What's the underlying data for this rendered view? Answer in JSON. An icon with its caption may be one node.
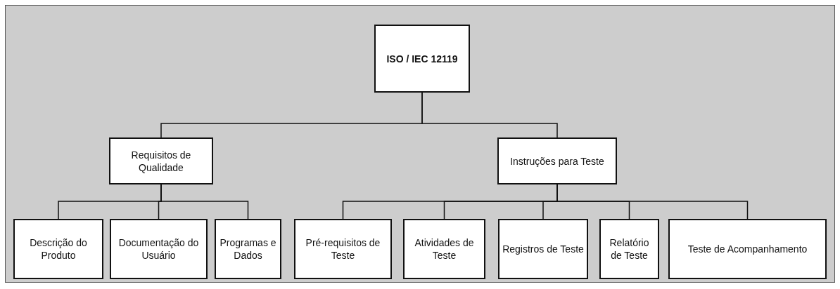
{
  "diagram": {
    "nodes": [
      {
        "text": [
          "ISO / IEC 12119"
        ]
      },
      {
        "text": [
          "Requisitos de Qualidade"
        ]
      },
      {
        "text": [
          "Instruções para Teste"
        ]
      },
      {
        "text": [
          "Descrição do Produto"
        ]
      },
      {
        "text": [
          "Documentação do Usuário"
        ]
      },
      {
        "text": [
          "Programas e Dados"
        ]
      },
      {
        "text": [
          "Pré-requisitos de Teste"
        ]
      },
      {
        "text": [
          "Atividades de Teste"
        ]
      },
      {
        "text": [
          "Registros de Teste"
        ]
      },
      {
        "text": [
          "Relatório de Teste"
        ]
      },
      {
        "text": [
          "Teste de Acompanhamento"
        ]
      }
    ],
    "edges": [
      {
        "from": 0,
        "to": 1,
        "arrow": "none"
      },
      {
        "from": 0,
        "to": 2,
        "arrow": "none"
      },
      {
        "from": 1,
        "to": 3,
        "arrow": "none"
      },
      {
        "from": 1,
        "to": 4,
        "arrow": "none"
      },
      {
        "from": 1,
        "to": 5,
        "arrow": "none"
      },
      {
        "from": 2,
        "to": 6,
        "arrow": "none"
      },
      {
        "from": 2,
        "to": 7,
        "arrow": "none"
      },
      {
        "from": 2,
        "to": 8,
        "arrow": "none"
      },
      {
        "from": 2,
        "to": 9,
        "arrow": "none"
      },
      {
        "from": 2,
        "to": 10,
        "arrow": "none"
      }
    ]
  }
}
